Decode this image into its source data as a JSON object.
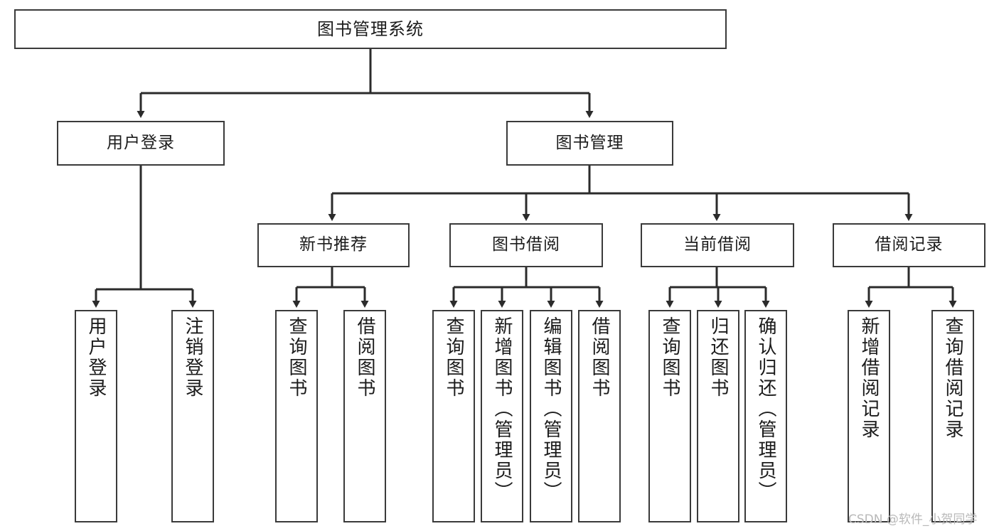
{
  "diagram": {
    "type": "tree",
    "title": "图书管理系统",
    "colors": {
      "background": "#ffffff",
      "box_border": "#3a3a3a",
      "text": "#1b1b1b",
      "edge": "#2b2b2b",
      "watermark": "#b9b9b9"
    },
    "nodes": {
      "root": "图书管理系统",
      "level1": {
        "user_login": "用户登录",
        "book_manage": "图书管理"
      },
      "level2": {
        "new_book_recommend": "新书推荐",
        "book_borrow": "图书借阅",
        "current_borrow": "当前借阅",
        "borrow_record": "借阅记录"
      },
      "leaves": {
        "user_login": [
          "用户登录",
          "注销登录"
        ],
        "new_book_recommend": [
          "查询图书",
          "借阅图书"
        ],
        "book_borrow": [
          "查询图书",
          "新增图书（管理员）",
          "编辑图书（管理员）",
          "借阅图书"
        ],
        "current_borrow": [
          "查询图书",
          "归还图书",
          "确认归还（管理员）"
        ],
        "borrow_record": [
          "新增借阅记录",
          "查询借阅记录"
        ]
      }
    },
    "edges": [
      {
        "from": "图书管理系统",
        "to": "用户登录"
      },
      {
        "from": "图书管理系统",
        "to": "图书管理"
      },
      {
        "from": "用户登录",
        "to": "用户登录"
      },
      {
        "from": "用户登录",
        "to": "注销登录"
      },
      {
        "from": "图书管理",
        "to": "新书推荐"
      },
      {
        "from": "图书管理",
        "to": "图书借阅"
      },
      {
        "from": "图书管理",
        "to": "当前借阅"
      },
      {
        "from": "图书管理",
        "to": "借阅记录"
      },
      {
        "from": "新书推荐",
        "to": "查询图书"
      },
      {
        "from": "新书推荐",
        "to": "借阅图书"
      },
      {
        "from": "图书借阅",
        "to": "查询图书"
      },
      {
        "from": "图书借阅",
        "to": "新增图书（管理员）"
      },
      {
        "from": "图书借阅",
        "to": "编辑图书（管理员）"
      },
      {
        "from": "图书借阅",
        "to": "借阅图书"
      },
      {
        "from": "当前借阅",
        "to": "查询图书"
      },
      {
        "from": "当前借阅",
        "to": "归还图书"
      },
      {
        "from": "当前借阅",
        "to": "确认归还（管理员）"
      },
      {
        "from": "借阅记录",
        "to": "新增借阅记录"
      },
      {
        "from": "借阅记录",
        "to": "查询借阅记录"
      }
    ]
  },
  "watermark": {
    "text": "CSDN @软件_小贺同学"
  }
}
